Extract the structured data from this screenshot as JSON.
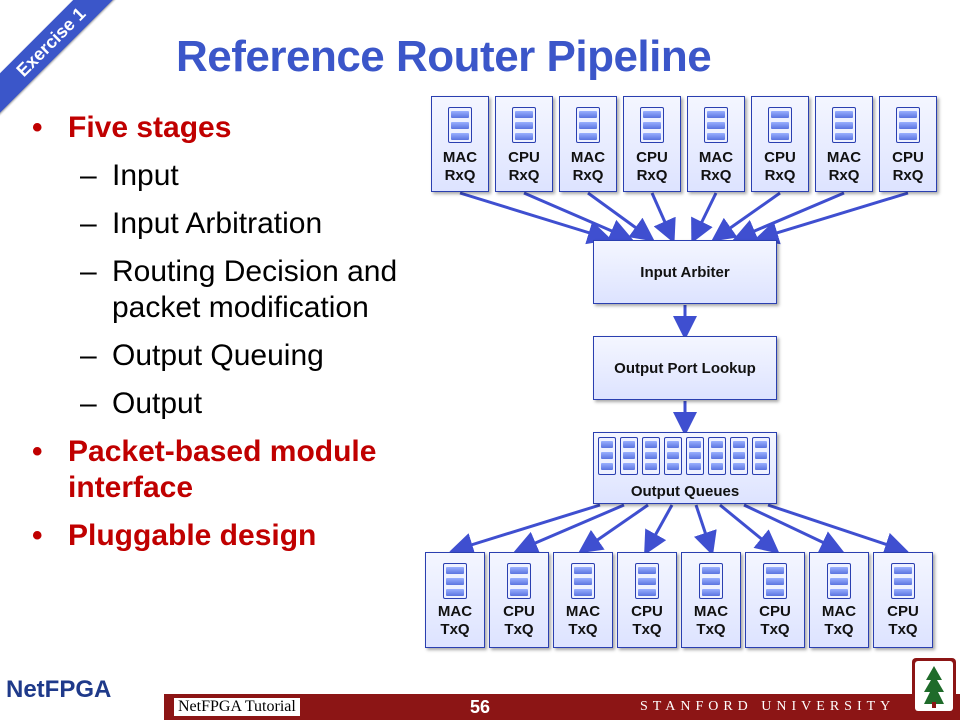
{
  "ribbon": "Exercise 1",
  "title": "Reference Router Pipeline",
  "bullets": {
    "five_stages": "Five stages",
    "stages": [
      "Input",
      "Input Arbitration",
      "Routing Decision and packet modification",
      "Output Queuing",
      "Output"
    ],
    "packet_based": "Packet-based module interface",
    "pluggable": "Pluggable design"
  },
  "rx_queues": [
    {
      "line1": "MAC",
      "line2": "RxQ"
    },
    {
      "line1": "CPU",
      "line2": "RxQ"
    },
    {
      "line1": "MAC",
      "line2": "RxQ"
    },
    {
      "line1": "CPU",
      "line2": "RxQ"
    },
    {
      "line1": "MAC",
      "line2": "RxQ"
    },
    {
      "line1": "CPU",
      "line2": "RxQ"
    },
    {
      "line1": "MAC",
      "line2": "RxQ"
    },
    {
      "line1": "CPU",
      "line2": "RxQ"
    }
  ],
  "input_arbiter": "Input Arbiter",
  "output_port_lookup": "Output Port Lookup",
  "output_queues": "Output Queues",
  "tx_queues": [
    {
      "line1": "MAC",
      "line2": "TxQ"
    },
    {
      "line1": "CPU",
      "line2": "TxQ"
    },
    {
      "line1": "MAC",
      "line2": "TxQ"
    },
    {
      "line1": "CPU",
      "line2": "TxQ"
    },
    {
      "line1": "MAC",
      "line2": "TxQ"
    },
    {
      "line1": "CPU",
      "line2": "TxQ"
    },
    {
      "line1": "MAC",
      "line2": "TxQ"
    },
    {
      "line1": "CPU",
      "line2": "TxQ"
    }
  ],
  "footer": {
    "tutorial": "NetFPGA Tutorial",
    "page_number": "56",
    "university": "STANFORD UNIVERSITY",
    "logo_text": "NetFPGA"
  },
  "colors": {
    "title": "#3b56c9",
    "bullet_red": "#c00000",
    "footer_bar": "#8c1515",
    "arrow": "#3f4fd0"
  }
}
